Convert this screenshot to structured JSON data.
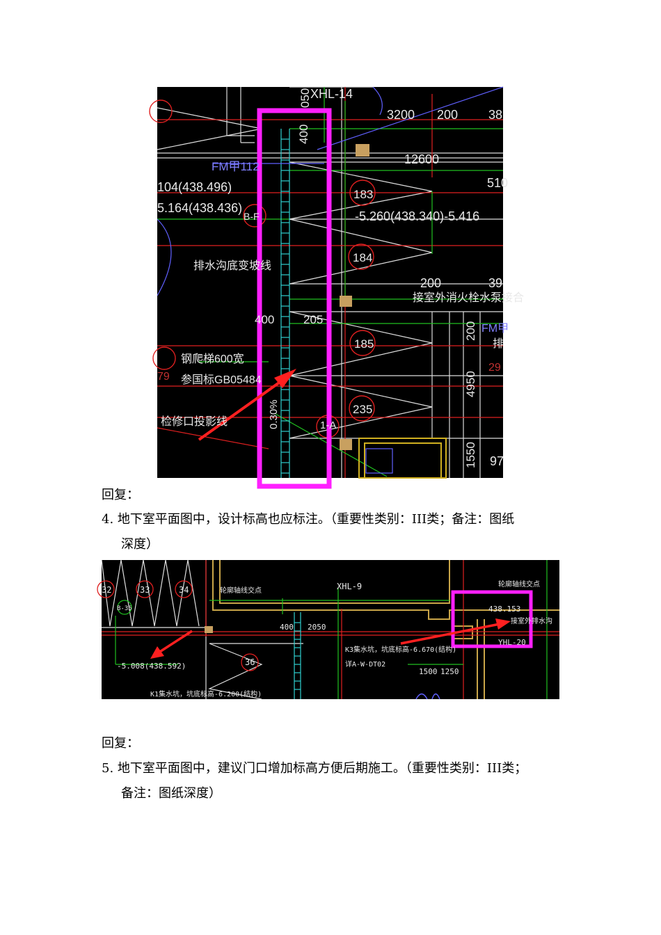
{
  "figure1": {
    "labels": {
      "top_code": "XHL-14",
      "dim_top": "050",
      "dim_3200": "3200",
      "dim_200a": "200",
      "dim_38": "38",
      "dim_400v": "400",
      "dim_12600": "12600",
      "fm": "FM甲112",
      "dim_510": "510",
      "elev1": "104(438.496)",
      "elev2": "5.164(438.436)",
      "tag_bf": "B-F",
      "elev3": "-5.260(438.340)-5.416",
      "num_183": "183",
      "num_184": "184",
      "num_185": "185",
      "num_235": "235",
      "ditch": "排水沟底变坡线",
      "dim_200b": "200",
      "dim_39": "39",
      "hydrant": "接室外消火栓水泵接合",
      "dim_400h": "400",
      "dim_205": "205",
      "fm2": "FM甲",
      "pai": "排",
      "num_29": "29",
      "dim_200v": "200",
      "dim_4950": "4950",
      "ladder": "钢爬梯600宽",
      "gb": "参国标GB05484",
      "num_79": "79",
      "slope": "0.30%",
      "tag_1a": "1-A",
      "hatch": "检修口投影线",
      "dim_1550": "1550",
      "dim_97": "97"
    }
  },
  "reply1": "回复：",
  "item4": {
    "line1": "4.  地下室平面图中，设计标高也应标注。（重要性类别：III类；备注：图纸",
    "line2": "深度）"
  },
  "figure2": {
    "labels": {
      "n32": "32",
      "n33": "33",
      "n34": "34",
      "n36": "36",
      "tag_b": "B-35",
      "boundary1": "轮廓轴线交点",
      "code": "XHL-9",
      "boundary2": "轮廓轴线交点",
      "elev_top": "438.153",
      "outdoor": "接室外排水沟",
      "yhl": "YHL-20",
      "d400": "400",
      "d2050": "2050",
      "k3": "K3集水坑，坑底标高-6.670(结构)",
      "ref": "详A-W-DT02",
      "d1500": "1500",
      "d1250": "1250",
      "elev_left": "-5.008(438.592)",
      "k1": "K1集水坑，坑底标高-6.200(结构)"
    }
  },
  "reply2": "回复：",
  "item5": {
    "line1": "5.  地下室平面图中，建议门口增加标高方便后期施工。（重要性类别：III类；",
    "line2": "备注：图纸深度）"
  }
}
